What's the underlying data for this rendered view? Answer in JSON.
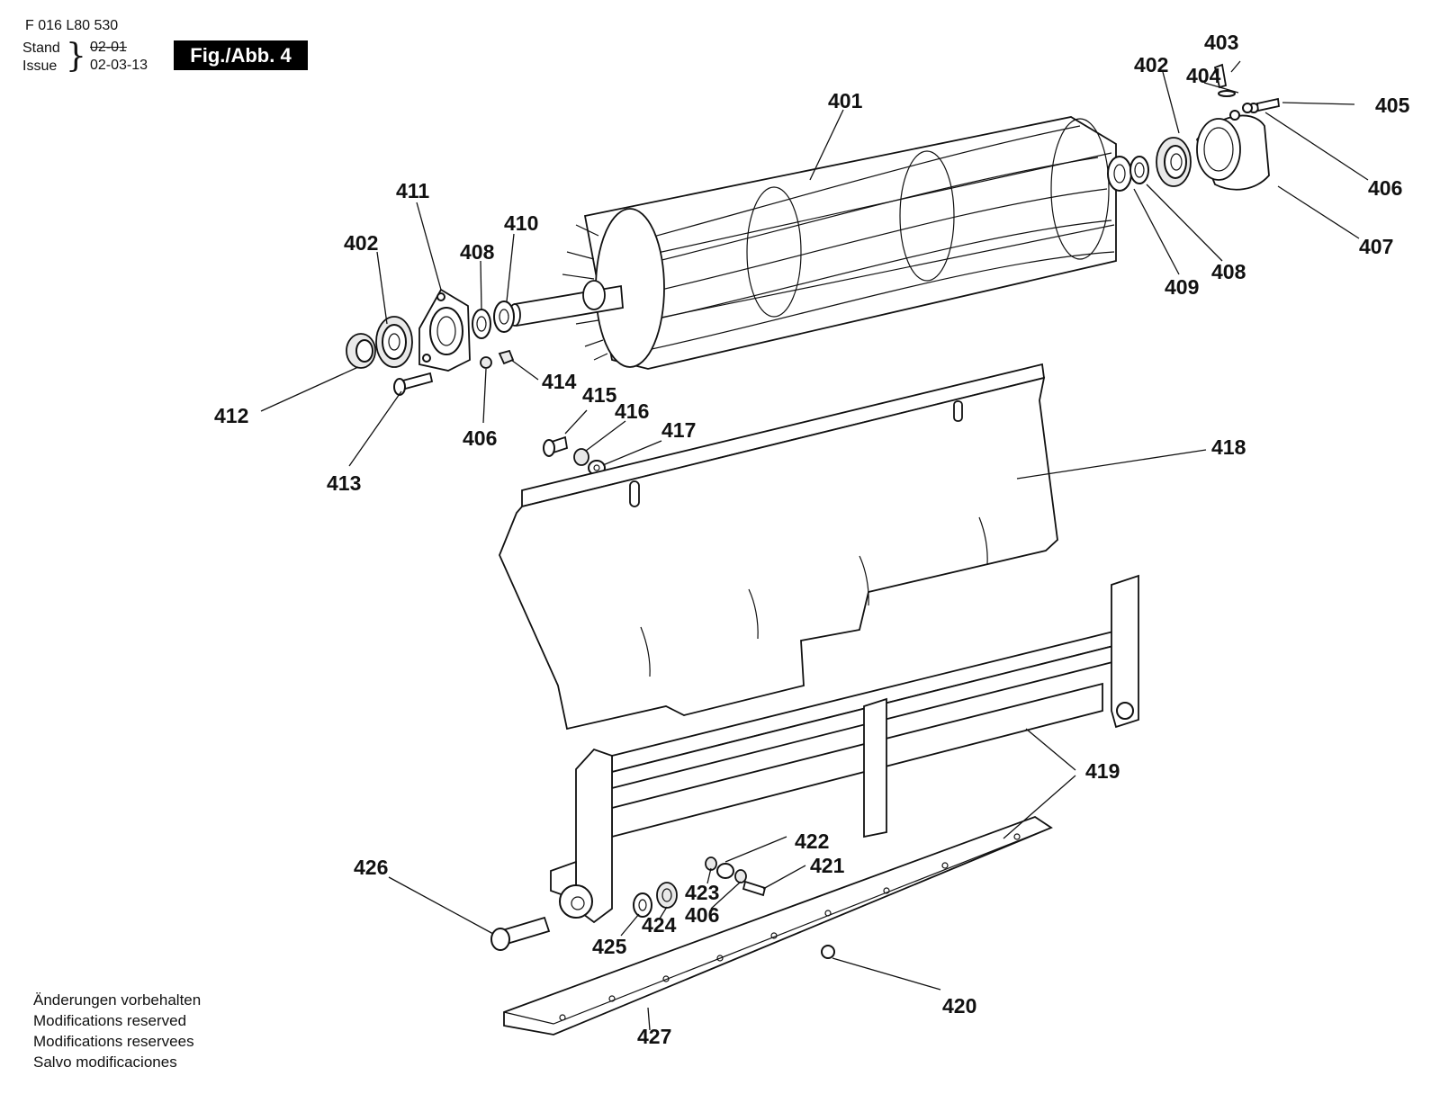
{
  "header": {
    "doc_code": "F 016 L80 530",
    "stand_label": "Stand",
    "stand_value": "02-01",
    "issue_label": "Issue",
    "issue_value": "02-03-13",
    "figure_label": "Fig./Abb. 4"
  },
  "footer": {
    "lines": [
      "Änderungen vorbehalten",
      "Modifications reserved",
      "Modifications reservees",
      "Salvo modificaciones"
    ]
  },
  "part_labels": [
    "401",
    "402",
    "402",
    "403",
    "404",
    "405",
    "406",
    "406",
    "406",
    "407",
    "408",
    "408",
    "409",
    "410",
    "411",
    "412",
    "413",
    "414",
    "415",
    "416",
    "417",
    "418",
    "419",
    "420",
    "421",
    "422",
    "423",
    "424",
    "425",
    "426",
    "427"
  ]
}
